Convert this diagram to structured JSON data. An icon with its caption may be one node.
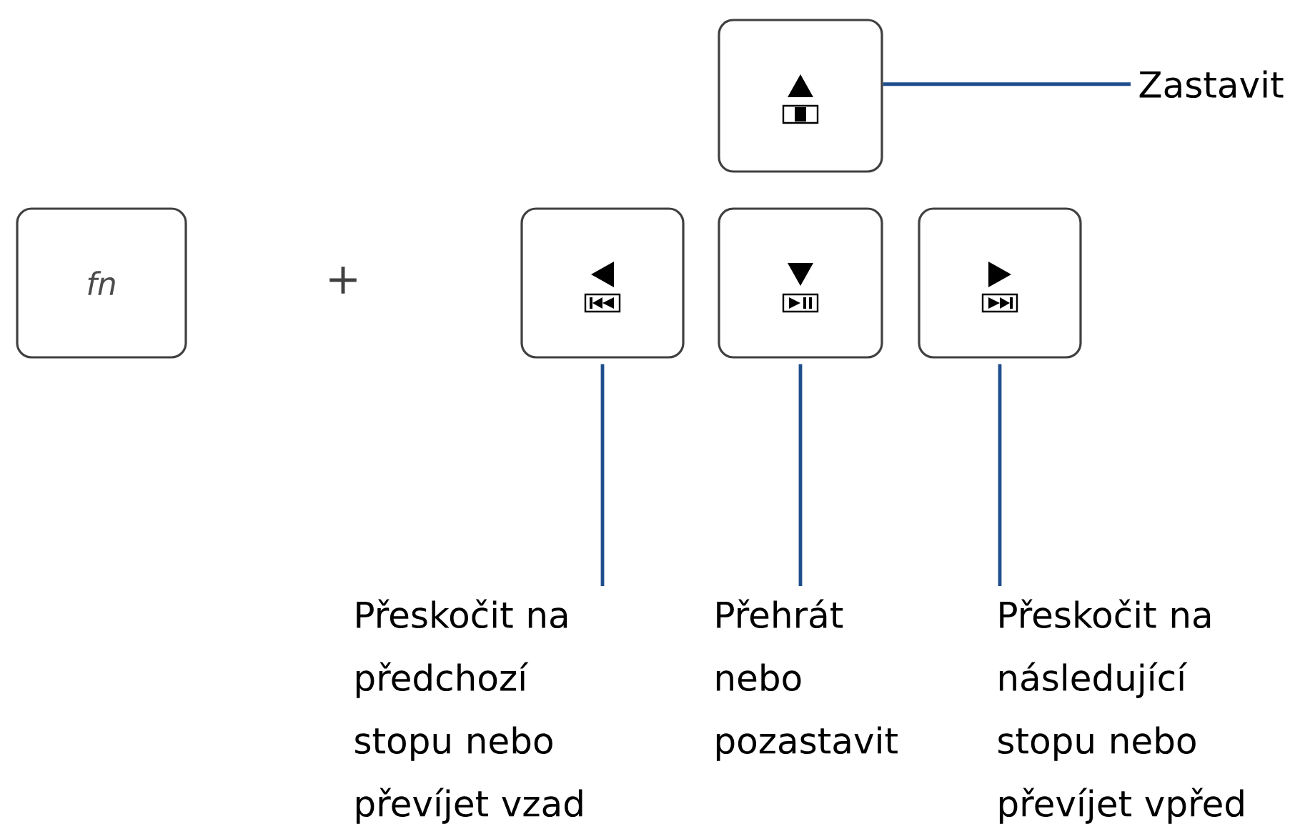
{
  "diagram": {
    "nodes": [
      {
        "text": [
          "fn"
        ]
      },
      {
        "text": [],
        "shape": "box"
      },
      {
        "text": [],
        "shape": "box"
      },
      {
        "text": [],
        "shape": "box"
      },
      {
        "text": [],
        "shape": "box"
      },
      {
        "text": [
          "Zastavit"
        ]
      },
      {
        "text": [
          "Přeskočit na předchozí stopu nebo převíjet vzad"
        ]
      },
      {
        "text": [
          "Přehrát nebo pozastavit"
        ]
      },
      {
        "text": [
          "Přeskočit na následující stopu nebo převíjet vpřed"
        ]
      }
    ],
    "edges": [
      {
        "from": 5,
        "to": 1,
        "arrow": "none"
      },
      {
        "from": 6,
        "to": 2,
        "arrow": "none"
      },
      {
        "from": 7,
        "to": 3,
        "arrow": "none"
      },
      {
        "from": 8,
        "to": 4,
        "arrow": "none"
      }
    ],
    "labels": [
      "+"
    ]
  }
}
